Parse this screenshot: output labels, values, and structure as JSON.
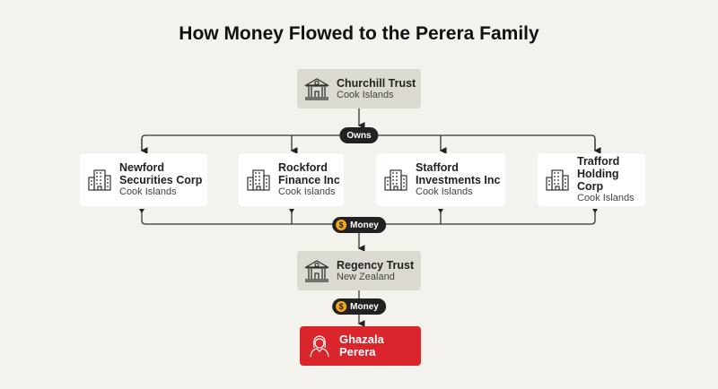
{
  "title": "How Money Flowed to the Perera Family",
  "top": {
    "name": "Churchill Trust",
    "location": "Cook Islands"
  },
  "owns_label": "Owns",
  "companies": [
    {
      "name_line1": "Newford",
      "name_line2": "Securities Corp",
      "location": "Cook Islands"
    },
    {
      "name_line1": "Rockford",
      "name_line2": "Finance Inc",
      "location": "Cook Islands"
    },
    {
      "name_line1": "Stafford",
      "name_line2": "Investments Inc",
      "location": "Cook Islands"
    },
    {
      "name_line1": "Trafford",
      "name_line2": "Holding Corp",
      "location": "Cook Islands"
    }
  ],
  "money_label": "Money",
  "coin_symbol": "$",
  "middle": {
    "name": "Regency Trust",
    "location": "New Zealand"
  },
  "person": {
    "name": "Ghazala Perera"
  },
  "colors": {
    "trust": "#dcdad0",
    "person": "#d9252b",
    "coin": "#f4a81d",
    "background": "#f3f2ec"
  }
}
